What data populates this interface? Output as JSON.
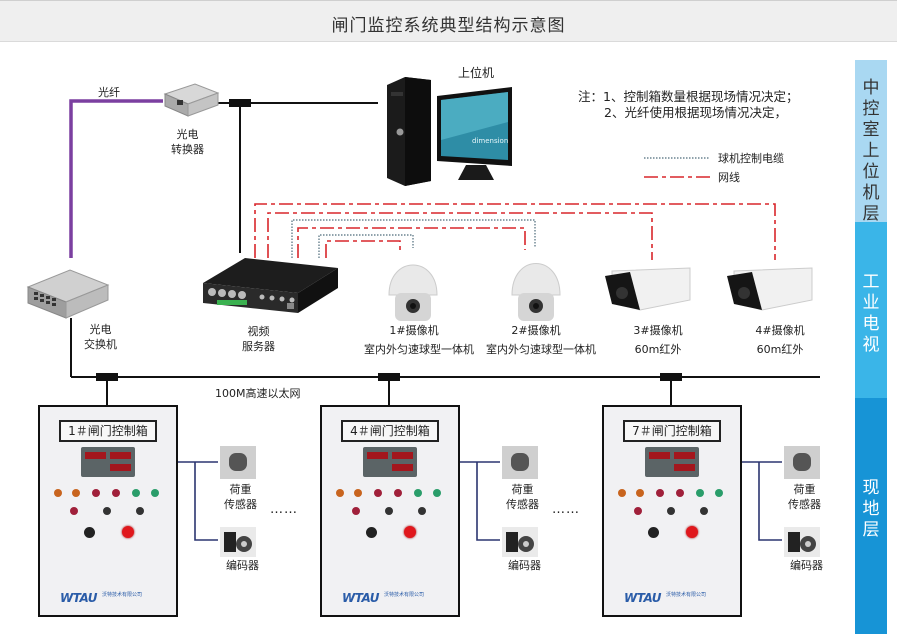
{
  "title": "闸门监控系统典型结构示意图",
  "notes": {
    "line1": "注：1、控制箱数量根据现场情况决定；",
    "line2": "2、光纤使用根据现场情况决定，"
  },
  "legend": {
    "dotted_label": "球机控制电缆",
    "dashed_label": "网线",
    "dotted_color": "#4d6b7a",
    "dashed_color": "#d9262b"
  },
  "layers": [
    {
      "label": "中控室上位机层",
      "color": "#a9d8f2",
      "text_color": "#333333"
    },
    {
      "label": "工业电视",
      "color": "#3ab5e8",
      "text_color": "#ffffff"
    },
    {
      "label": "现地层",
      "color": "#1794d6",
      "text_color": "#ffffff"
    }
  ],
  "devices": {
    "host": "上位机",
    "fiber": "光纤",
    "optical_converter": {
      "line1": "光电",
      "line2": "转换器"
    },
    "optical_switch": {
      "line1": "光电",
      "line2": "交换机"
    },
    "video_server": {
      "line1": "视频",
      "line2": "服务器"
    },
    "monitor_brand": "dimension",
    "network_label": "100M高速以太网"
  },
  "cameras": [
    {
      "name": "1#摄像机",
      "desc": "室内外匀速球型一体机",
      "type": "dome"
    },
    {
      "name": "2#摄像机",
      "desc": "室内外匀速球型一体机",
      "type": "dome"
    },
    {
      "name": "3#摄像机",
      "desc": "60m红外",
      "type": "bullet"
    },
    {
      "name": "4#摄像机",
      "desc": "60m红外",
      "type": "bullet"
    }
  ],
  "control_boxes": [
    {
      "title": "1＃闸门控制箱"
    },
    {
      "title": "4＃闸门控制箱"
    },
    {
      "title": "7＃闸门控制箱"
    }
  ],
  "sensors": {
    "load": {
      "line1": "荷重",
      "line2": "传感器"
    },
    "encoder": "编码器",
    "ellipsis": "……"
  },
  "box_logo": {
    "brand": "WTAU",
    "company": "沃特技术有限公司"
  }
}
